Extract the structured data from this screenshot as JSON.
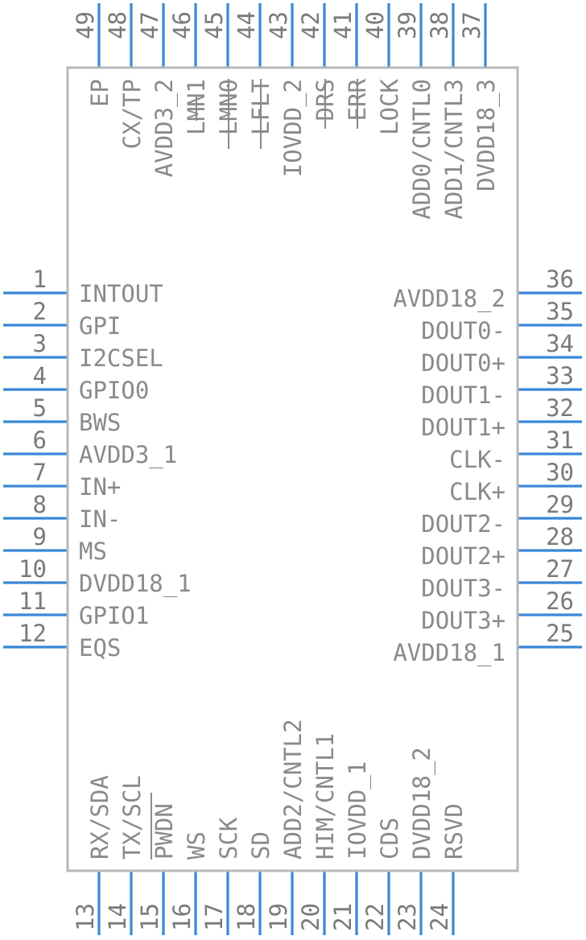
{
  "component": {
    "left_pins": [
      {
        "num": "1",
        "name": "INTOUT"
      },
      {
        "num": "2",
        "name": "GPI"
      },
      {
        "num": "3",
        "name": "I2CSEL"
      },
      {
        "num": "4",
        "name": "GPIO0"
      },
      {
        "num": "5",
        "name": "BWS"
      },
      {
        "num": "6",
        "name": "AVDD3_1"
      },
      {
        "num": "7",
        "name": "IN+"
      },
      {
        "num": "8",
        "name": "IN-"
      },
      {
        "num": "9",
        "name": "MS"
      },
      {
        "num": "10",
        "name": "DVDD18_1"
      },
      {
        "num": "11",
        "name": "GPIO1"
      },
      {
        "num": "12",
        "name": "EQS"
      }
    ],
    "right_pins": [
      {
        "num": "36",
        "name": "AVDD18_2"
      },
      {
        "num": "35",
        "name": "DOUT0-"
      },
      {
        "num": "34",
        "name": "DOUT0+"
      },
      {
        "num": "33",
        "name": "DOUT1-"
      },
      {
        "num": "32",
        "name": "DOUT1+"
      },
      {
        "num": "31",
        "name": "CLK-"
      },
      {
        "num": "30",
        "name": "CLK+"
      },
      {
        "num": "29",
        "name": "DOUT2-"
      },
      {
        "num": "28",
        "name": "DOUT2+"
      },
      {
        "num": "27",
        "name": "DOUT3-"
      },
      {
        "num": "26",
        "name": "DOUT3+"
      },
      {
        "num": "25",
        "name": "AVDD18_1"
      }
    ],
    "bottom_pins": [
      {
        "num": "13",
        "name": "RX/SDA"
      },
      {
        "num": "14",
        "name": "TX/SCL"
      },
      {
        "num": "15",
        "name": "PWDN"
      },
      {
        "num": "16",
        "name": "WS"
      },
      {
        "num": "17",
        "name": "SCK"
      },
      {
        "num": "18",
        "name": "SD"
      },
      {
        "num": "19",
        "name": "ADD2/CNTL2"
      },
      {
        "num": "20",
        "name": "HIM/CNTL1"
      },
      {
        "num": "21",
        "name": "IOVDD_1"
      },
      {
        "num": "22",
        "name": "CDS"
      },
      {
        "num": "23",
        "name": "DVDD18_2"
      },
      {
        "num": "24",
        "name": "RSVD"
      }
    ],
    "top_pins": [
      {
        "num": "49",
        "name": "EP"
      },
      {
        "num": "48",
        "name": "CX/TP"
      },
      {
        "num": "47",
        "name": "AVDD3_2"
      },
      {
        "num": "46",
        "name": "LMN1"
      },
      {
        "num": "45",
        "name": "LMN0"
      },
      {
        "num": "44",
        "name": "LFLT"
      },
      {
        "num": "43",
        "name": "IOVDD_2"
      },
      {
        "num": "42",
        "name": "DRS"
      },
      {
        "num": "41",
        "name": "ERR"
      },
      {
        "num": "40",
        "name": "LOCK"
      },
      {
        "num": "39",
        "name": "ADD0/CNTL0"
      },
      {
        "num": "38",
        "name": "ADD1/CNTL3"
      },
      {
        "num": "37",
        "name": "DVDD18_3"
      }
    ],
    "colors": {
      "pin": "#3a87d6",
      "body": "#b8b8b8",
      "text": "#8a8a8a"
    }
  }
}
